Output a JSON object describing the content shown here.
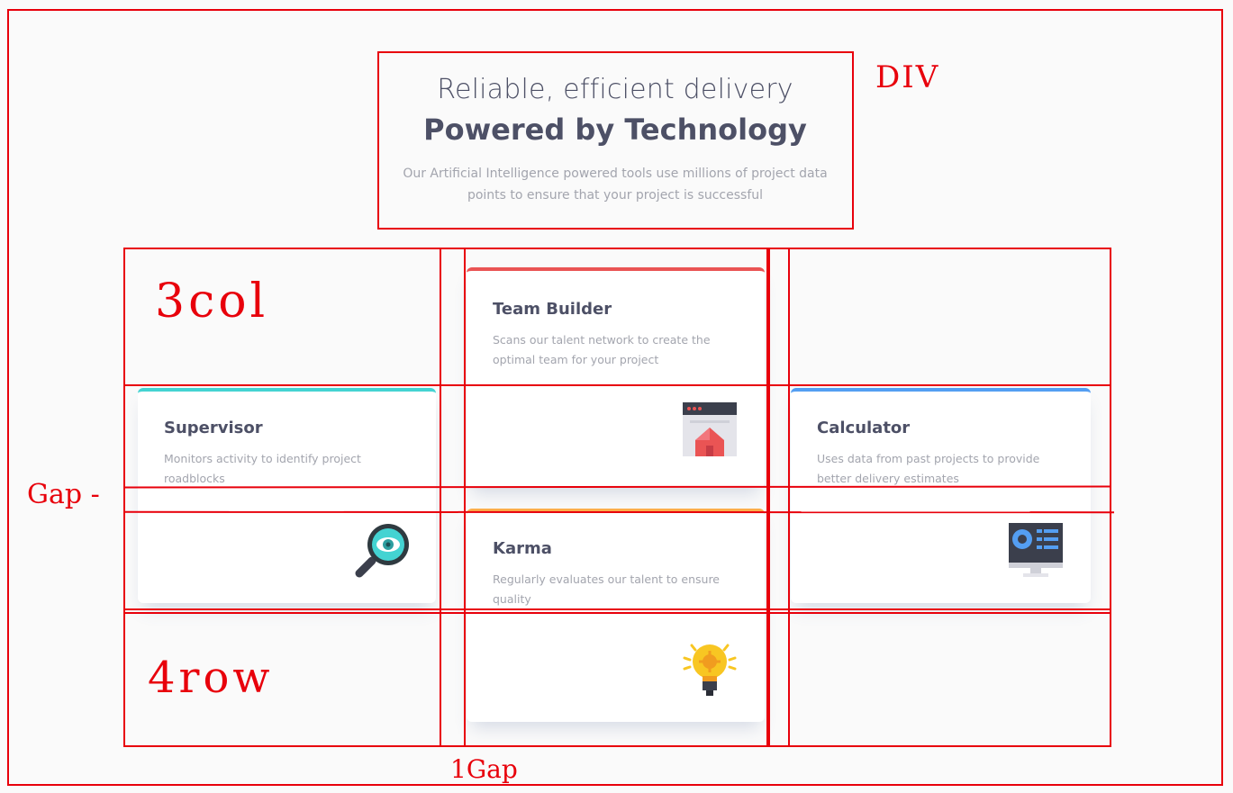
{
  "header": {
    "title_light": "Reliable, efficient delivery",
    "title_bold": "Powered by Technology",
    "description": "Our Artificial Intelligence powered tools use millions of project data points to ensure that your project is successful"
  },
  "cards": {
    "team_builder": {
      "title": "Team Builder",
      "description": "Scans our talent network to create the optimal team for your project",
      "accent": "#ea5454",
      "icon": "team-builder-icon"
    },
    "supervisor": {
      "title": "Supervisor",
      "description": "Monitors activity to identify project roadblocks",
      "accent": "#44d3d2",
      "icon": "magnifier-icon"
    },
    "calculator": {
      "title": "Calculator",
      "description": "Uses data from past projects to provide better delivery estimates",
      "accent": "#549ef2",
      "icon": "calculator-monitor-icon"
    },
    "karma": {
      "title": "Karma",
      "description": "Regularly evaluates our talent to ensure quality",
      "accent": "#fcae4a",
      "icon": "lightbulb-icon"
    }
  },
  "annotations": {
    "div": "DIV",
    "cols": "3col",
    "rows": "4row",
    "gap_left": "Gap -",
    "gap_bottom": "1Gap"
  },
  "colors": {
    "annotation": "#e8000b",
    "text_dark": "#4d5066",
    "text_grey": "#a3a5ae",
    "background": "#fafafa"
  }
}
